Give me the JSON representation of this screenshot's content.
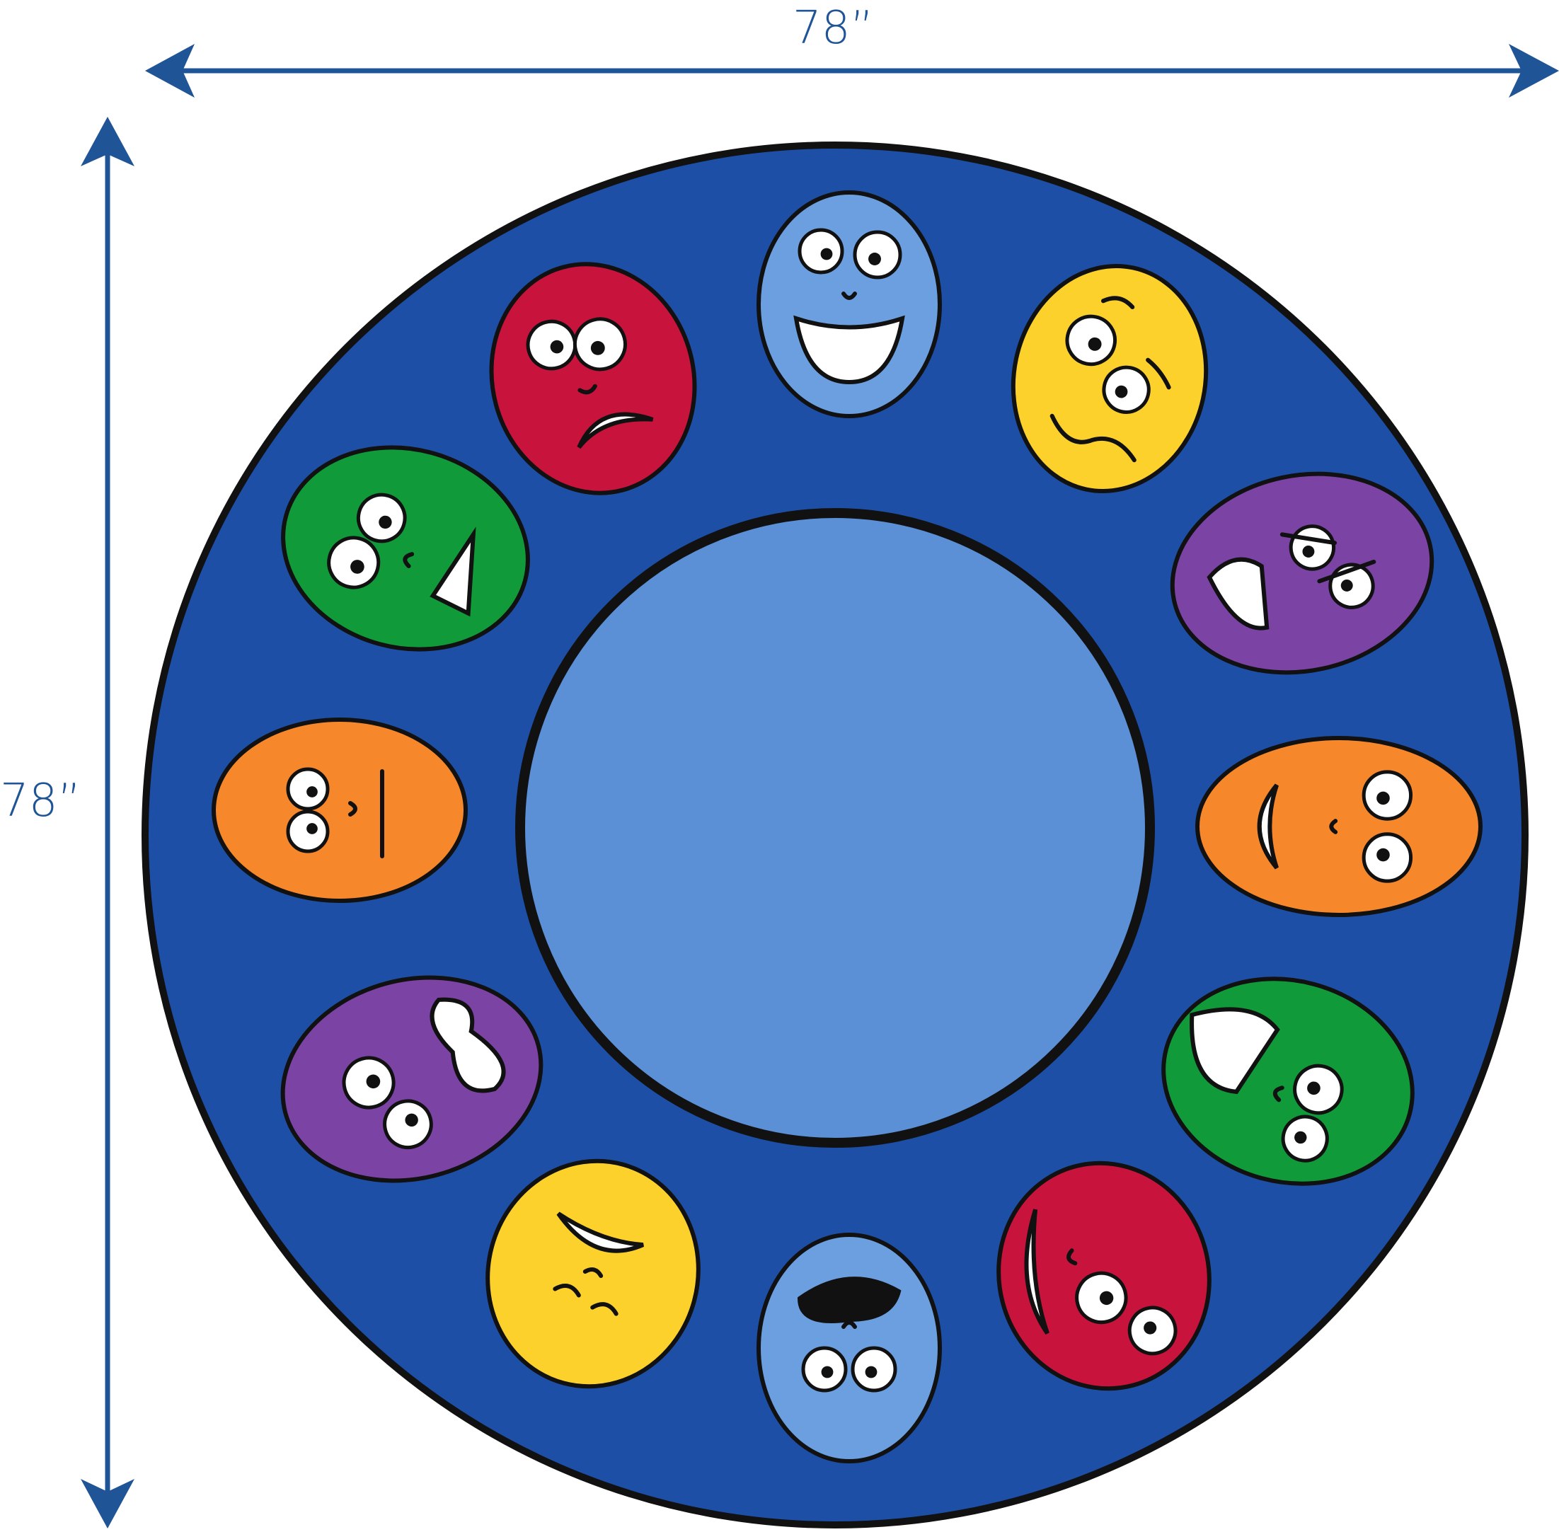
{
  "dimensions": {
    "width_label": "78”",
    "height_label": "78”"
  },
  "colors": {
    "dimension_line": "#1f5496",
    "rug_rim": "#1e4fa6",
    "rug_center": "#5b8fd6",
    "outline": "#111111",
    "face_red": "#c8143c",
    "face_blue": "#6b9fe0",
    "face_yellow": "#fcd12c",
    "face_purple": "#7a43a4",
    "face_green": "#109a3a",
    "face_orange": "#f6872b"
  },
  "faces": [
    {
      "name": "top-blue-grin",
      "color": "face_blue",
      "expression": "grin"
    },
    {
      "name": "upper-right-yellow-worried",
      "color": "face_yellow",
      "expression": "worried"
    },
    {
      "name": "right-purple-angry",
      "color": "face_purple",
      "expression": "angry"
    },
    {
      "name": "right-orange-smirk",
      "color": "face_orange",
      "expression": "smirk"
    },
    {
      "name": "lower-right-green-grimace",
      "color": "face_green",
      "expression": "grimace"
    },
    {
      "name": "lower-right-red-surprised",
      "color": "face_red",
      "expression": "surprised"
    },
    {
      "name": "bottom-blue-shocked",
      "color": "face_blue",
      "expression": "shocked"
    },
    {
      "name": "lower-left-yellow-content",
      "color": "face_yellow",
      "expression": "content"
    },
    {
      "name": "left-purple-scared",
      "color": "face_purple",
      "expression": "scared"
    },
    {
      "name": "left-orange-skeptical",
      "color": "face_orange",
      "expression": "skeptical"
    },
    {
      "name": "upper-left-green-nervous",
      "color": "face_green",
      "expression": "nervous"
    },
    {
      "name": "upper-left-red-sad",
      "color": "face_red",
      "expression": "sad"
    }
  ]
}
